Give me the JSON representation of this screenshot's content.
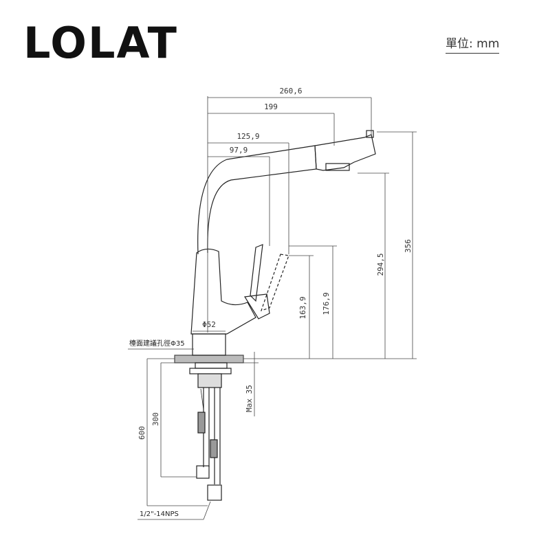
{
  "brand": {
    "name": "LOLAT"
  },
  "unit_label": "單位: mm",
  "dimensions": {
    "overall_reach": "260,6",
    "spout_reach": "199",
    "handle_reach_1": "125,9",
    "handle_reach_2": "97,9",
    "total_height": "356",
    "spout_height": "294,5",
    "handle_height_1": "176,9",
    "handle_height_2": "163,9",
    "base_diameter": "Φ52",
    "deck_hole": "檯面建議孔徑Φ35",
    "max_deck_thickness": "Max 35",
    "hose_length_1": "600",
    "hose_length_2": "300",
    "connection_thread": "1/2\"-14NPS"
  }
}
